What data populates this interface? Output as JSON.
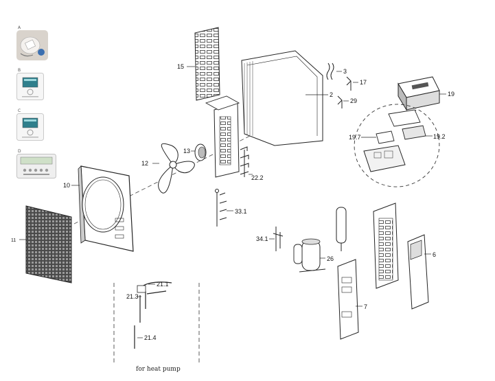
{
  "thumbnails": [
    {
      "letter": "A",
      "icon": "remote-controller-icon"
    },
    {
      "letter": "B",
      "icon": "wired-controller-icon"
    },
    {
      "letter": "C",
      "icon": "wired-controller-icon"
    },
    {
      "letter": "D",
      "icon": "central-controller-icon"
    }
  ],
  "labels": {
    "p15": "15",
    "p2": "2",
    "p3": "3",
    "p17": "17",
    "p29": "29",
    "p19": "19",
    "p19_7": "19.7",
    "p19_2": "19.2",
    "p13": "13",
    "p12": "12",
    "p10": "10",
    "p11": "11",
    "p22_2": "22.2",
    "p33_1": "33.1",
    "p34_1": "34.1",
    "p26": "26",
    "p6": "6",
    "p7": "7",
    "p21_1": "21.1",
    "p21_3": "21.3",
    "p21_4": "21.4"
  },
  "caption": "for heat pump"
}
